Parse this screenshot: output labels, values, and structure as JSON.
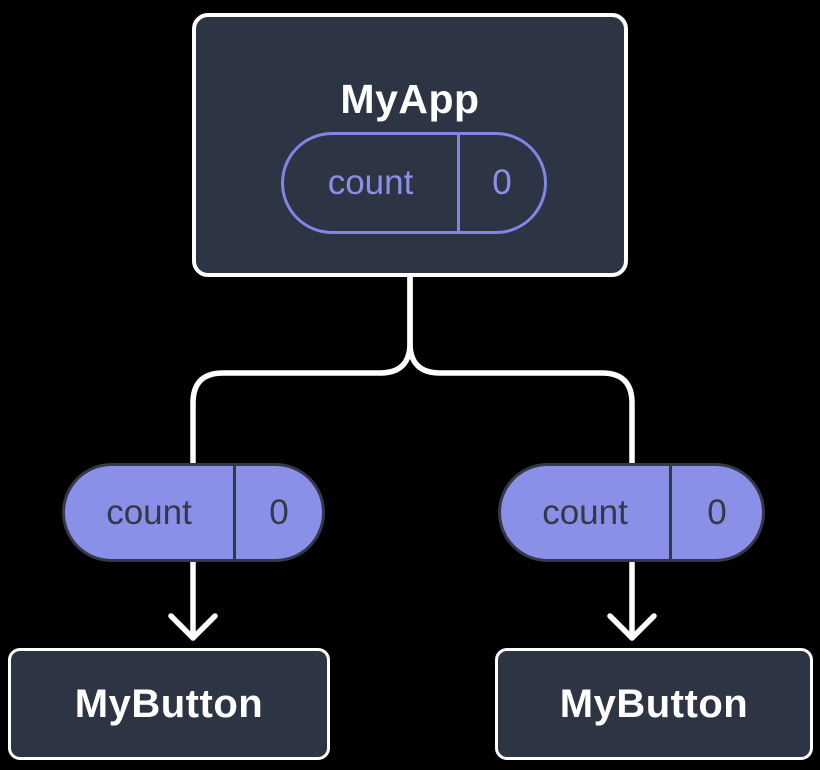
{
  "colors": {
    "bg": "#000000",
    "node-bg": "#2d3544",
    "node-border": "#ffffff",
    "node-text": "#ffffff",
    "accent": "#8a8fe8",
    "accent-outline": "#7f86e8",
    "pill-dark": "#333a47",
    "connector": "#ffffff"
  },
  "root": {
    "title": "MyApp",
    "state": {
      "name": "count",
      "value": "0"
    }
  },
  "children": [
    {
      "title": "MyButton",
      "state": {
        "name": "count",
        "value": "0"
      }
    },
    {
      "title": "MyButton",
      "state": {
        "name": "count",
        "value": "0"
      }
    }
  ]
}
